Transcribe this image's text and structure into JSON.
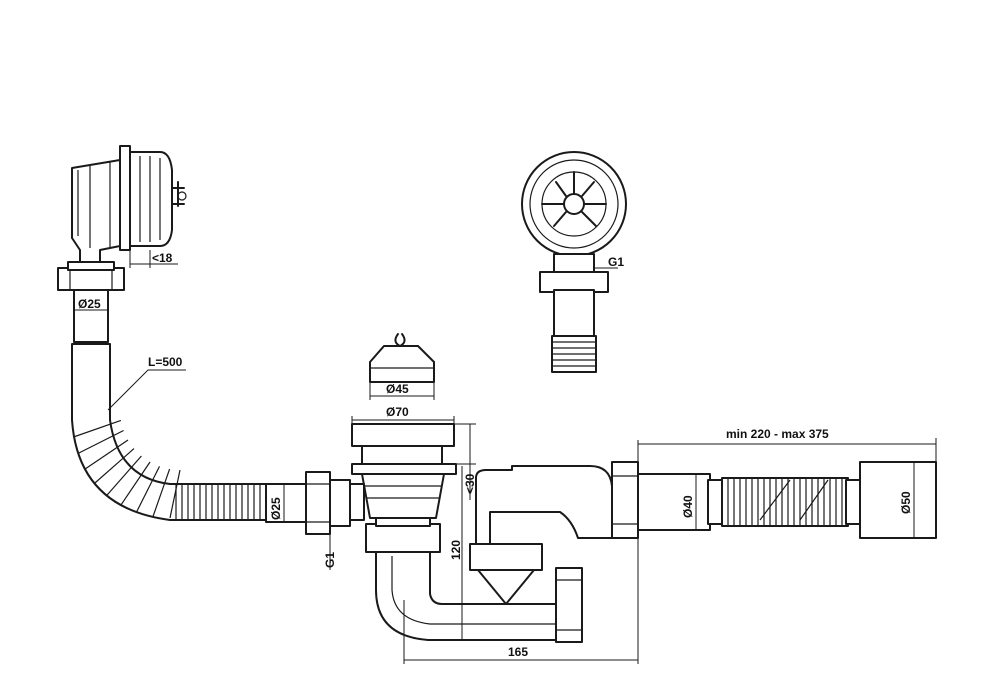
{
  "labels": {
    "depth_18": "<18",
    "diam_25_top": "Ø25",
    "length_500": "L=500",
    "diam_25_side": "Ø25",
    "g1_left": "G1",
    "g1_top": "G1",
    "diam_45": "Ø45",
    "diam_70": "Ø70",
    "h_30": "<30",
    "h_120": "120",
    "w_165": "165",
    "range_length": "min 220 - max 375",
    "diam_40": "Ø40",
    "diam_50": "Ø50"
  }
}
